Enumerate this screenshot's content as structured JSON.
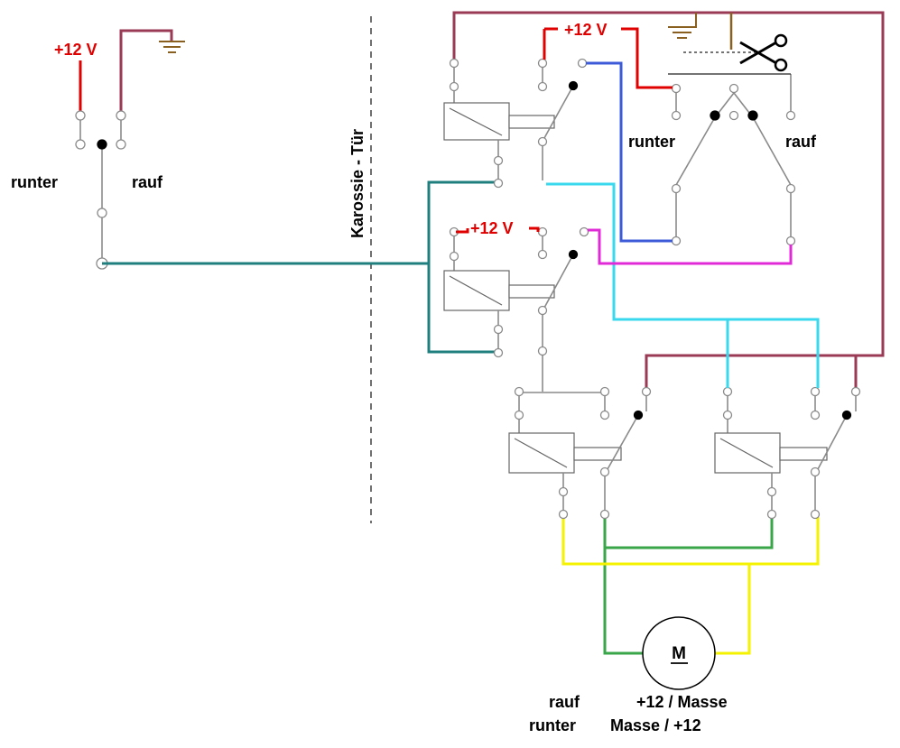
{
  "colors": {
    "supply": "#e00000",
    "ground_line": "#9b3a55",
    "ground_symbol": "#8a6020",
    "control": "#1f7f7f",
    "blue": "#3d5bd9",
    "cyan": "#3ad8ee",
    "magenta": "#e02ad8",
    "motor_green": "#3aa64a",
    "motor_yellow": "#f5f200",
    "wire_gray": "#8a8a8a"
  },
  "icons": [
    "ground-icon",
    "scissors-icon",
    "motor-icon"
  ],
  "labels": {
    "supply_left": "+12 V",
    "supply_top": "+12 V",
    "supply_mid": "+12 V",
    "left_runter": "runter",
    "left_rauf": "rauf",
    "right_runter": "runter",
    "right_rauf": "rauf",
    "divider": "Karossie - Tür",
    "motor": "M",
    "legend_rauf": "rauf",
    "legend_runter": "runter",
    "legend_rauf_value": "+12 / Masse",
    "legend_runter_value": "Masse / +12"
  }
}
